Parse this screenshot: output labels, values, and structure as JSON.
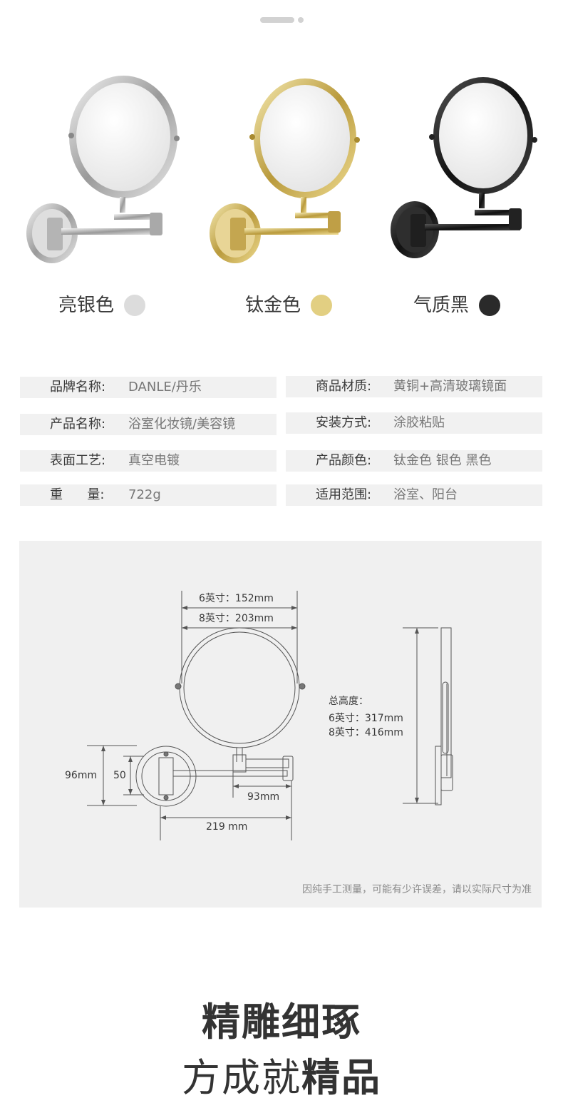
{
  "colors": {
    "silver": "#dcdcdc",
    "gold": "#e2cf82",
    "black": "#2a2a2a"
  },
  "variants": [
    {
      "label": "亮银色",
      "swatch_color": "#dcdcdc"
    },
    {
      "label": "钛金色",
      "swatch_color": "#e2cf82"
    },
    {
      "label": "气质黑",
      "swatch_color": "#2a2a2a"
    }
  ],
  "specs": [
    {
      "key": "品牌名称:",
      "value": "DANLE/丹乐"
    },
    {
      "key": "商品材质:",
      "value": "黄铜+高清玻璃镜面"
    },
    {
      "key": "产品名称:",
      "value": "浴室化妆镜/美容镜"
    },
    {
      "key": "安装方式:",
      "value": "涂胶粘贴"
    },
    {
      "key": "表面工艺:",
      "value": "真空电镀"
    },
    {
      "key": "产品颜色:",
      "value": "钛金色 银色  黑色"
    },
    {
      "key": "重      量:",
      "value": "722g"
    },
    {
      "key": "适用范围:",
      "value": "浴室、阳台"
    }
  ],
  "diagram": {
    "dia6": "6英寸：152mm",
    "dia8": "8英寸：203mm",
    "base_height": "96mm",
    "base_inner": "50",
    "arm_short": "93mm",
    "arm_total": "219 mm",
    "total_height_label": "总高度：",
    "height6": "6英寸：317mm",
    "height8": "8英寸：416mm",
    "note": "因纯手工测量，可能有少许误差，请以实际尺寸为准"
  },
  "headline": {
    "line1": "精雕细琢",
    "line2_regular": "方成就",
    "line2_bold": "精品"
  }
}
